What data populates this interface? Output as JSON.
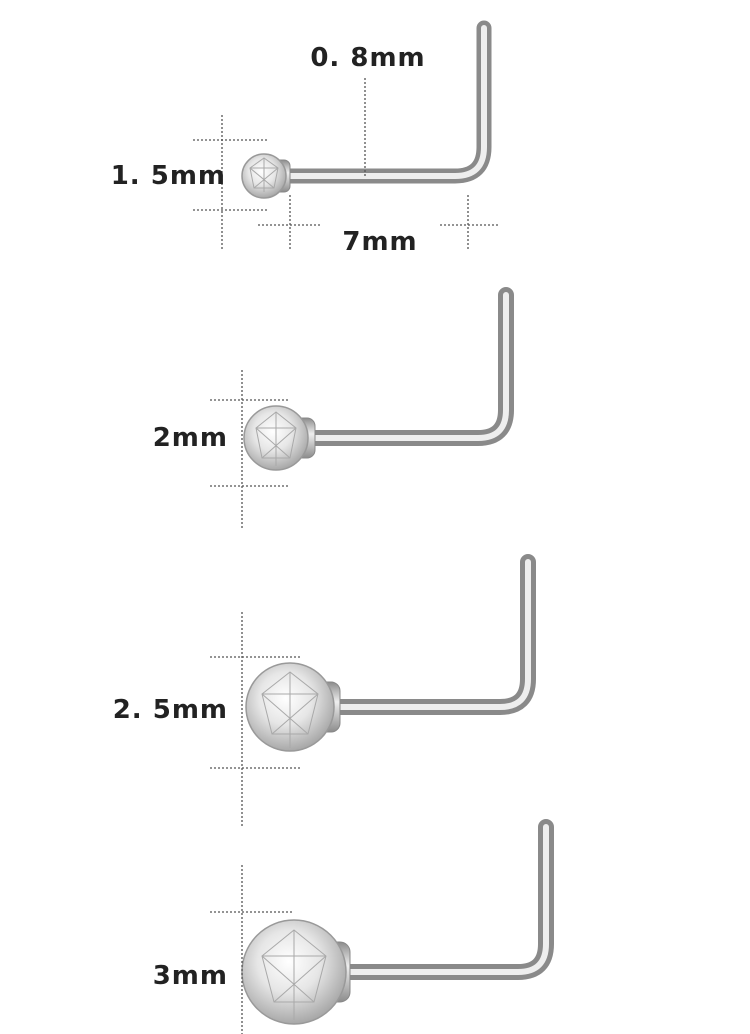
{
  "dimensions": {
    "stud_1_5": "1. 5mm",
    "wire_diameter": "0. 8mm",
    "bar_length": "7mm",
    "stud_2": "2mm",
    "stud_2_5": "2. 5mm",
    "stud_3": "3mm"
  },
  "colors": {
    "metal_light": "#f4f4f4",
    "metal_mid": "#c4c4c4",
    "metal_dark": "#7c7c7c",
    "dim_line": "#555555",
    "text": "#222222"
  }
}
